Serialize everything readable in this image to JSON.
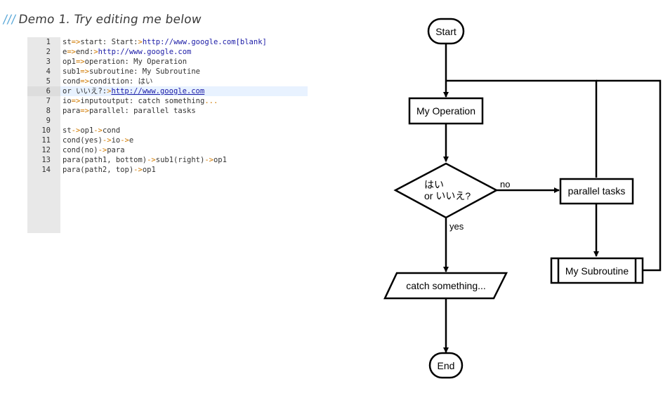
{
  "heading": {
    "slashes": "///",
    "title": "Demo 1. Try editing me below"
  },
  "editor": {
    "lines": [
      {
        "n": "1",
        "parts": [
          [
            "t",
            "st"
          ],
          [
            "o",
            "=>"
          ],
          [
            "t",
            "start: Start:"
          ],
          [
            "o",
            ">"
          ],
          [
            "u",
            "http://www.google.com[blank]"
          ]
        ]
      },
      {
        "n": "2",
        "parts": [
          [
            "t",
            "e"
          ],
          [
            "o",
            "=>"
          ],
          [
            "t",
            "end:"
          ],
          [
            "o",
            ">"
          ],
          [
            "u",
            "http://www.google.com"
          ]
        ]
      },
      {
        "n": "3",
        "parts": [
          [
            "t",
            "op1"
          ],
          [
            "o",
            "=>"
          ],
          [
            "t",
            "operation: My Operation"
          ]
        ]
      },
      {
        "n": "4",
        "parts": [
          [
            "t",
            "sub1"
          ],
          [
            "o",
            "=>"
          ],
          [
            "t",
            "subroutine: My Subroutine"
          ]
        ]
      },
      {
        "n": "5",
        "parts": [
          [
            "t",
            "cond"
          ],
          [
            "o",
            "=>"
          ],
          [
            "t",
            "condition: はい"
          ]
        ]
      },
      {
        "n": "6",
        "parts": [
          [
            "t",
            "or いいえ?:"
          ],
          [
            "o",
            ">"
          ],
          [
            "l",
            "http://www.google.com"
          ]
        ],
        "active": true
      },
      {
        "n": "7",
        "parts": [
          [
            "t",
            "io"
          ],
          [
            "o",
            "=>"
          ],
          [
            "t",
            "inputoutput: catch something"
          ],
          [
            "o",
            "..."
          ]
        ]
      },
      {
        "n": "8",
        "parts": [
          [
            "t",
            "para"
          ],
          [
            "o",
            "=>"
          ],
          [
            "t",
            "parallel: parallel tasks"
          ]
        ]
      },
      {
        "n": "9",
        "parts": []
      },
      {
        "n": "10",
        "parts": [
          [
            "t",
            "st"
          ],
          [
            "o",
            "->"
          ],
          [
            "t",
            "op1"
          ],
          [
            "o",
            "->"
          ],
          [
            "t",
            "cond"
          ]
        ]
      },
      {
        "n": "11",
        "parts": [
          [
            "t",
            "cond(yes)"
          ],
          [
            "o",
            "->"
          ],
          [
            "t",
            "io"
          ],
          [
            "o",
            "->"
          ],
          [
            "t",
            "e"
          ]
        ]
      },
      {
        "n": "12",
        "parts": [
          [
            "t",
            "cond(no)"
          ],
          [
            "o",
            "->"
          ],
          [
            "t",
            "para"
          ]
        ]
      },
      {
        "n": "13",
        "parts": [
          [
            "t",
            "para(path1, bottom)"
          ],
          [
            "o",
            "->"
          ],
          [
            "t",
            "sub1(right)"
          ],
          [
            "o",
            "->"
          ],
          [
            "t",
            "op1"
          ]
        ]
      },
      {
        "n": "14",
        "parts": [
          [
            "t",
            "para(path2, top)"
          ],
          [
            "o",
            "->"
          ],
          [
            "t",
            "op1"
          ]
        ]
      }
    ]
  },
  "flowchart": {
    "start": "Start",
    "operation": "My Operation",
    "condition_line1": "はい",
    "condition_line2": "or いいえ?",
    "no_label": "no",
    "yes_label": "yes",
    "parallel": "parallel tasks",
    "subroutine": "My Subroutine",
    "io": "catch something...",
    "end": "End"
  }
}
